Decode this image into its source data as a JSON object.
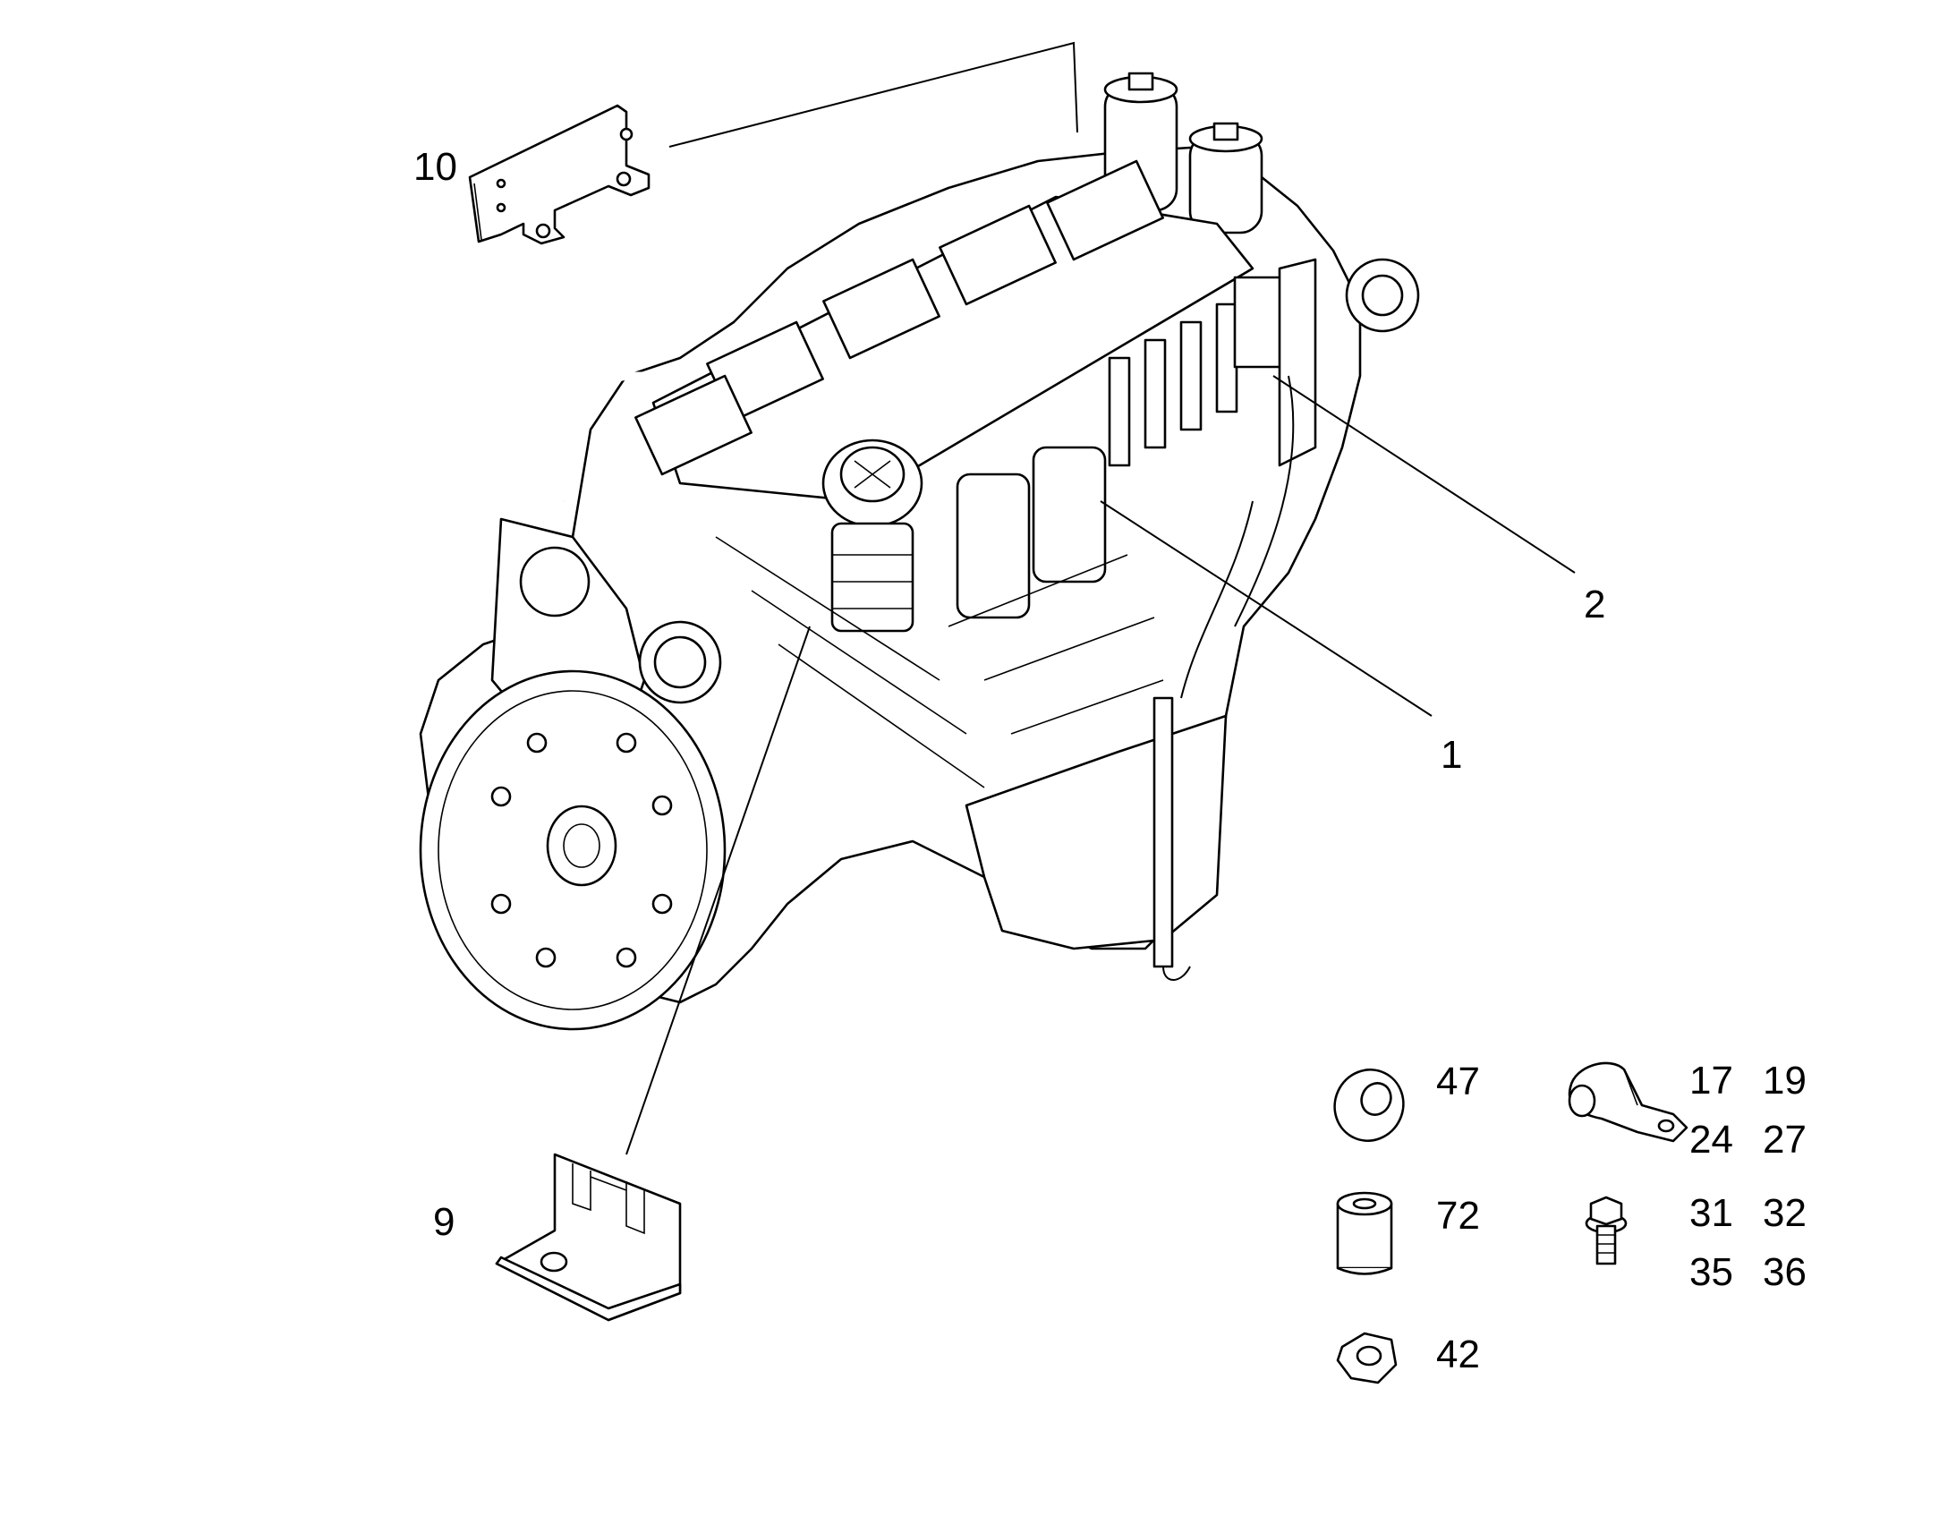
{
  "callouts": {
    "c1": "1",
    "c2": "2",
    "c9": "9",
    "c10": "10",
    "c47": "47",
    "c72": "72",
    "c42": "42",
    "c17": "17",
    "c19": "19",
    "c24": "24",
    "c27": "27",
    "c31": "31",
    "c32": "32",
    "c35": "35",
    "c36": "36"
  },
  "icons": {
    "engine": "engine-assembly-icon",
    "bracket_10": "mounting-bracket-icon",
    "bracket_9": "angle-bracket-icon",
    "washer": "washer-icon",
    "spacer": "spacer-sleeve-icon",
    "nut": "hex-nut-icon",
    "clamp": "pipe-clamp-icon",
    "bolt": "flange-bolt-icon"
  }
}
